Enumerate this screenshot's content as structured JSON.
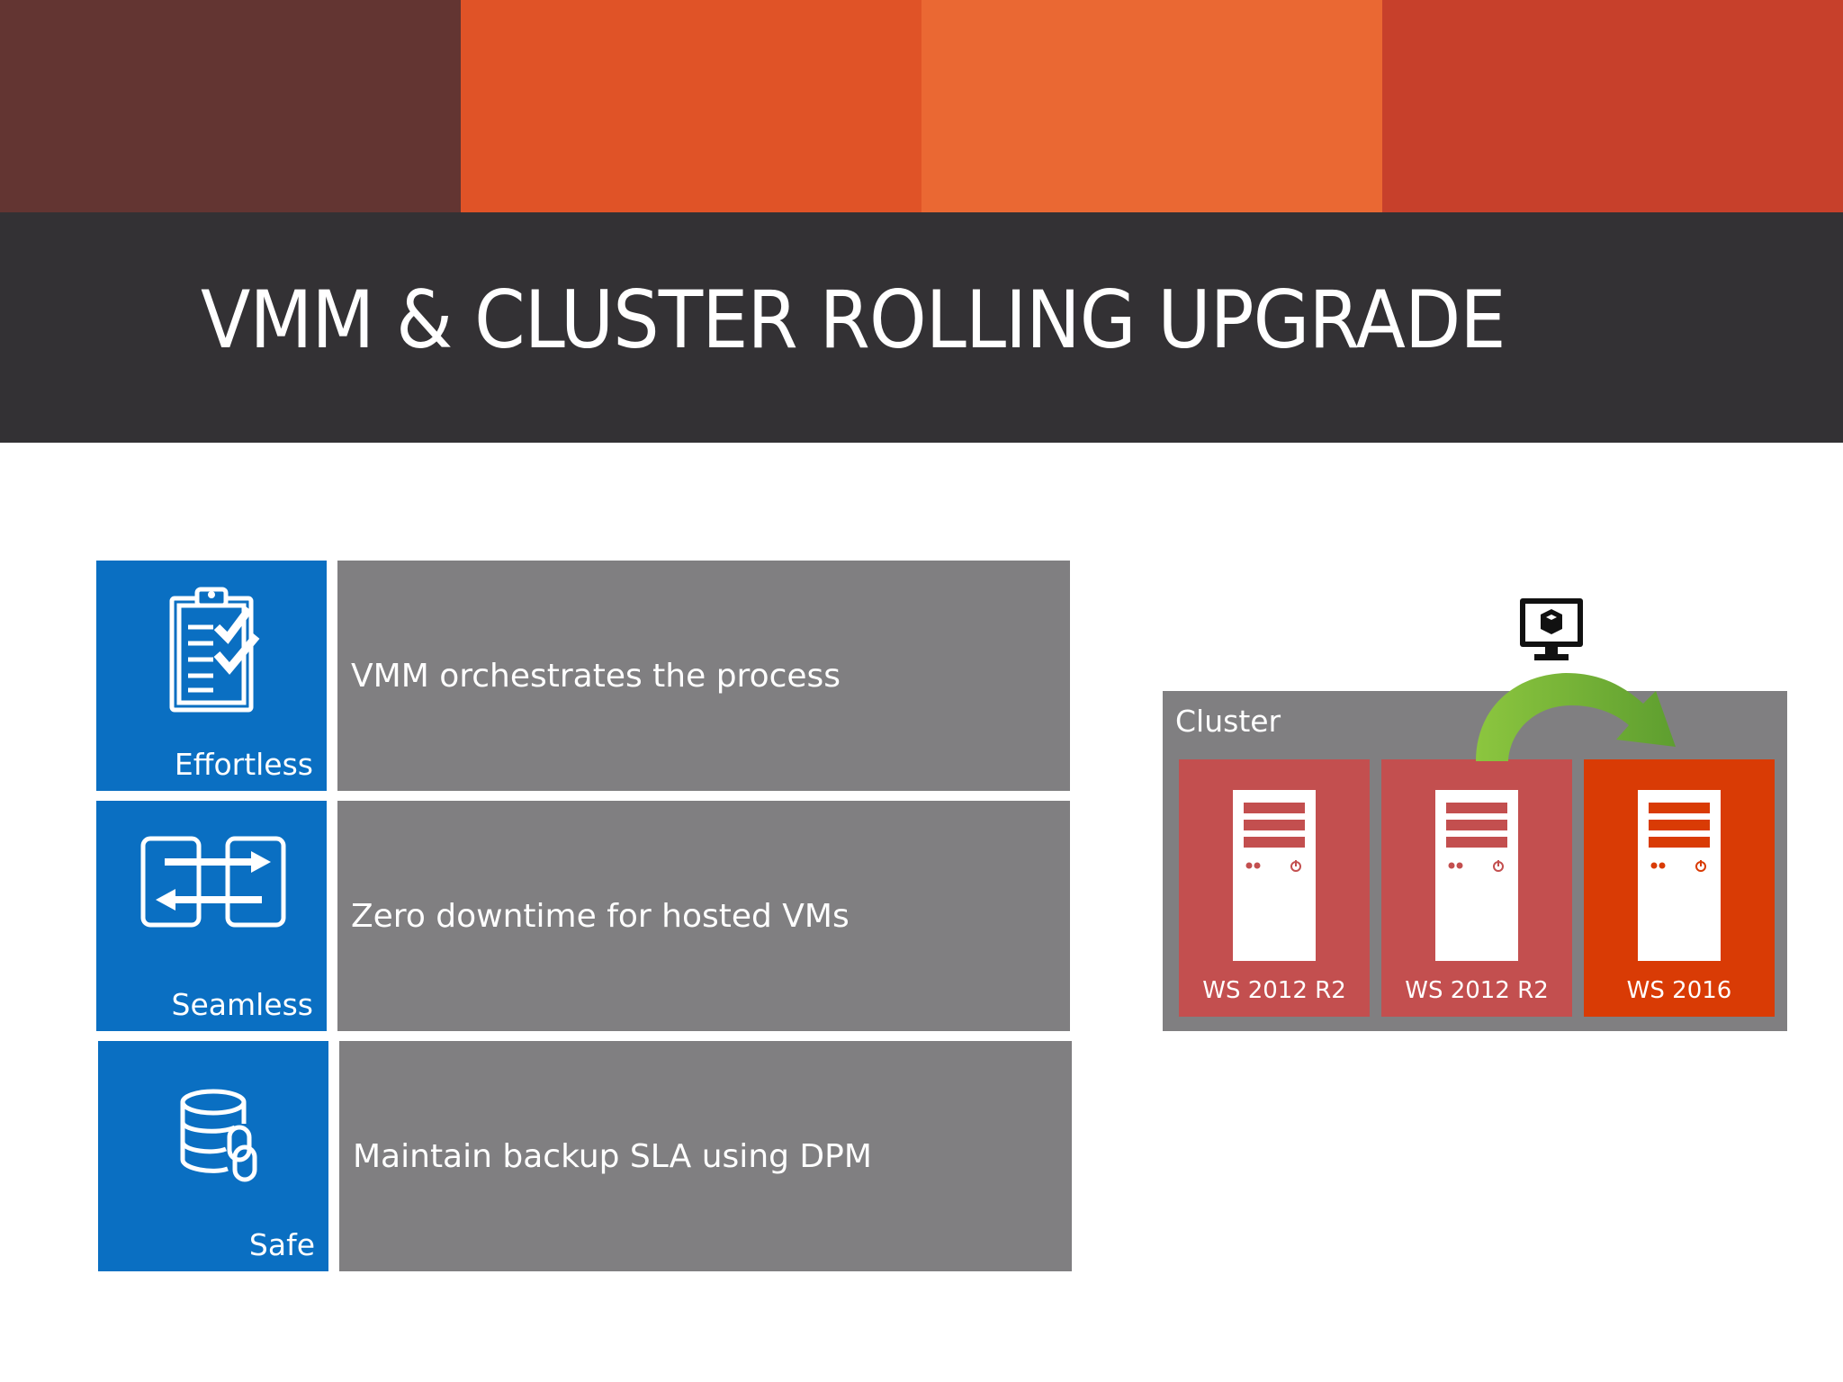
{
  "slide": {
    "title": "VMM & CLUSTER ROLLING UPGRADE",
    "band_colors": [
      "#633532",
      "#e05327",
      "#ea6833",
      "#c7402b"
    ],
    "title_bar_color": "#333134",
    "accent_blue": "#0a6fc2",
    "panel_gray": "#807f81"
  },
  "features": [
    {
      "label": "Effortless",
      "text": "VMM orchestrates the process",
      "icon": "clipboard-checklist-icon"
    },
    {
      "label": "Seamless",
      "text": "Zero downtime for hosted VMs",
      "icon": "swap-arrows-icon"
    },
    {
      "label": "Safe",
      "text": "Maintain backup SLA using DPM",
      "icon": "database-link-icon"
    }
  ],
  "cluster": {
    "label": "Cluster",
    "nodes": [
      {
        "label": "WS 2012 R2",
        "color": "#c34f4f",
        "accent": "#c34f4f",
        "icon": "server-tower-icon"
      },
      {
        "label": "WS 2012 R2",
        "color": "#c34f4f",
        "accent": "#c34f4f",
        "icon": "server-tower-icon"
      },
      {
        "label": "WS 2016",
        "color": "#d93b05",
        "accent": "#d93b05",
        "icon": "server-tower-icon"
      }
    ],
    "vm_icon": "vm-monitor-icon",
    "arrow_icon": "curved-arrow-icon",
    "arrow_color": "#7ab648"
  }
}
